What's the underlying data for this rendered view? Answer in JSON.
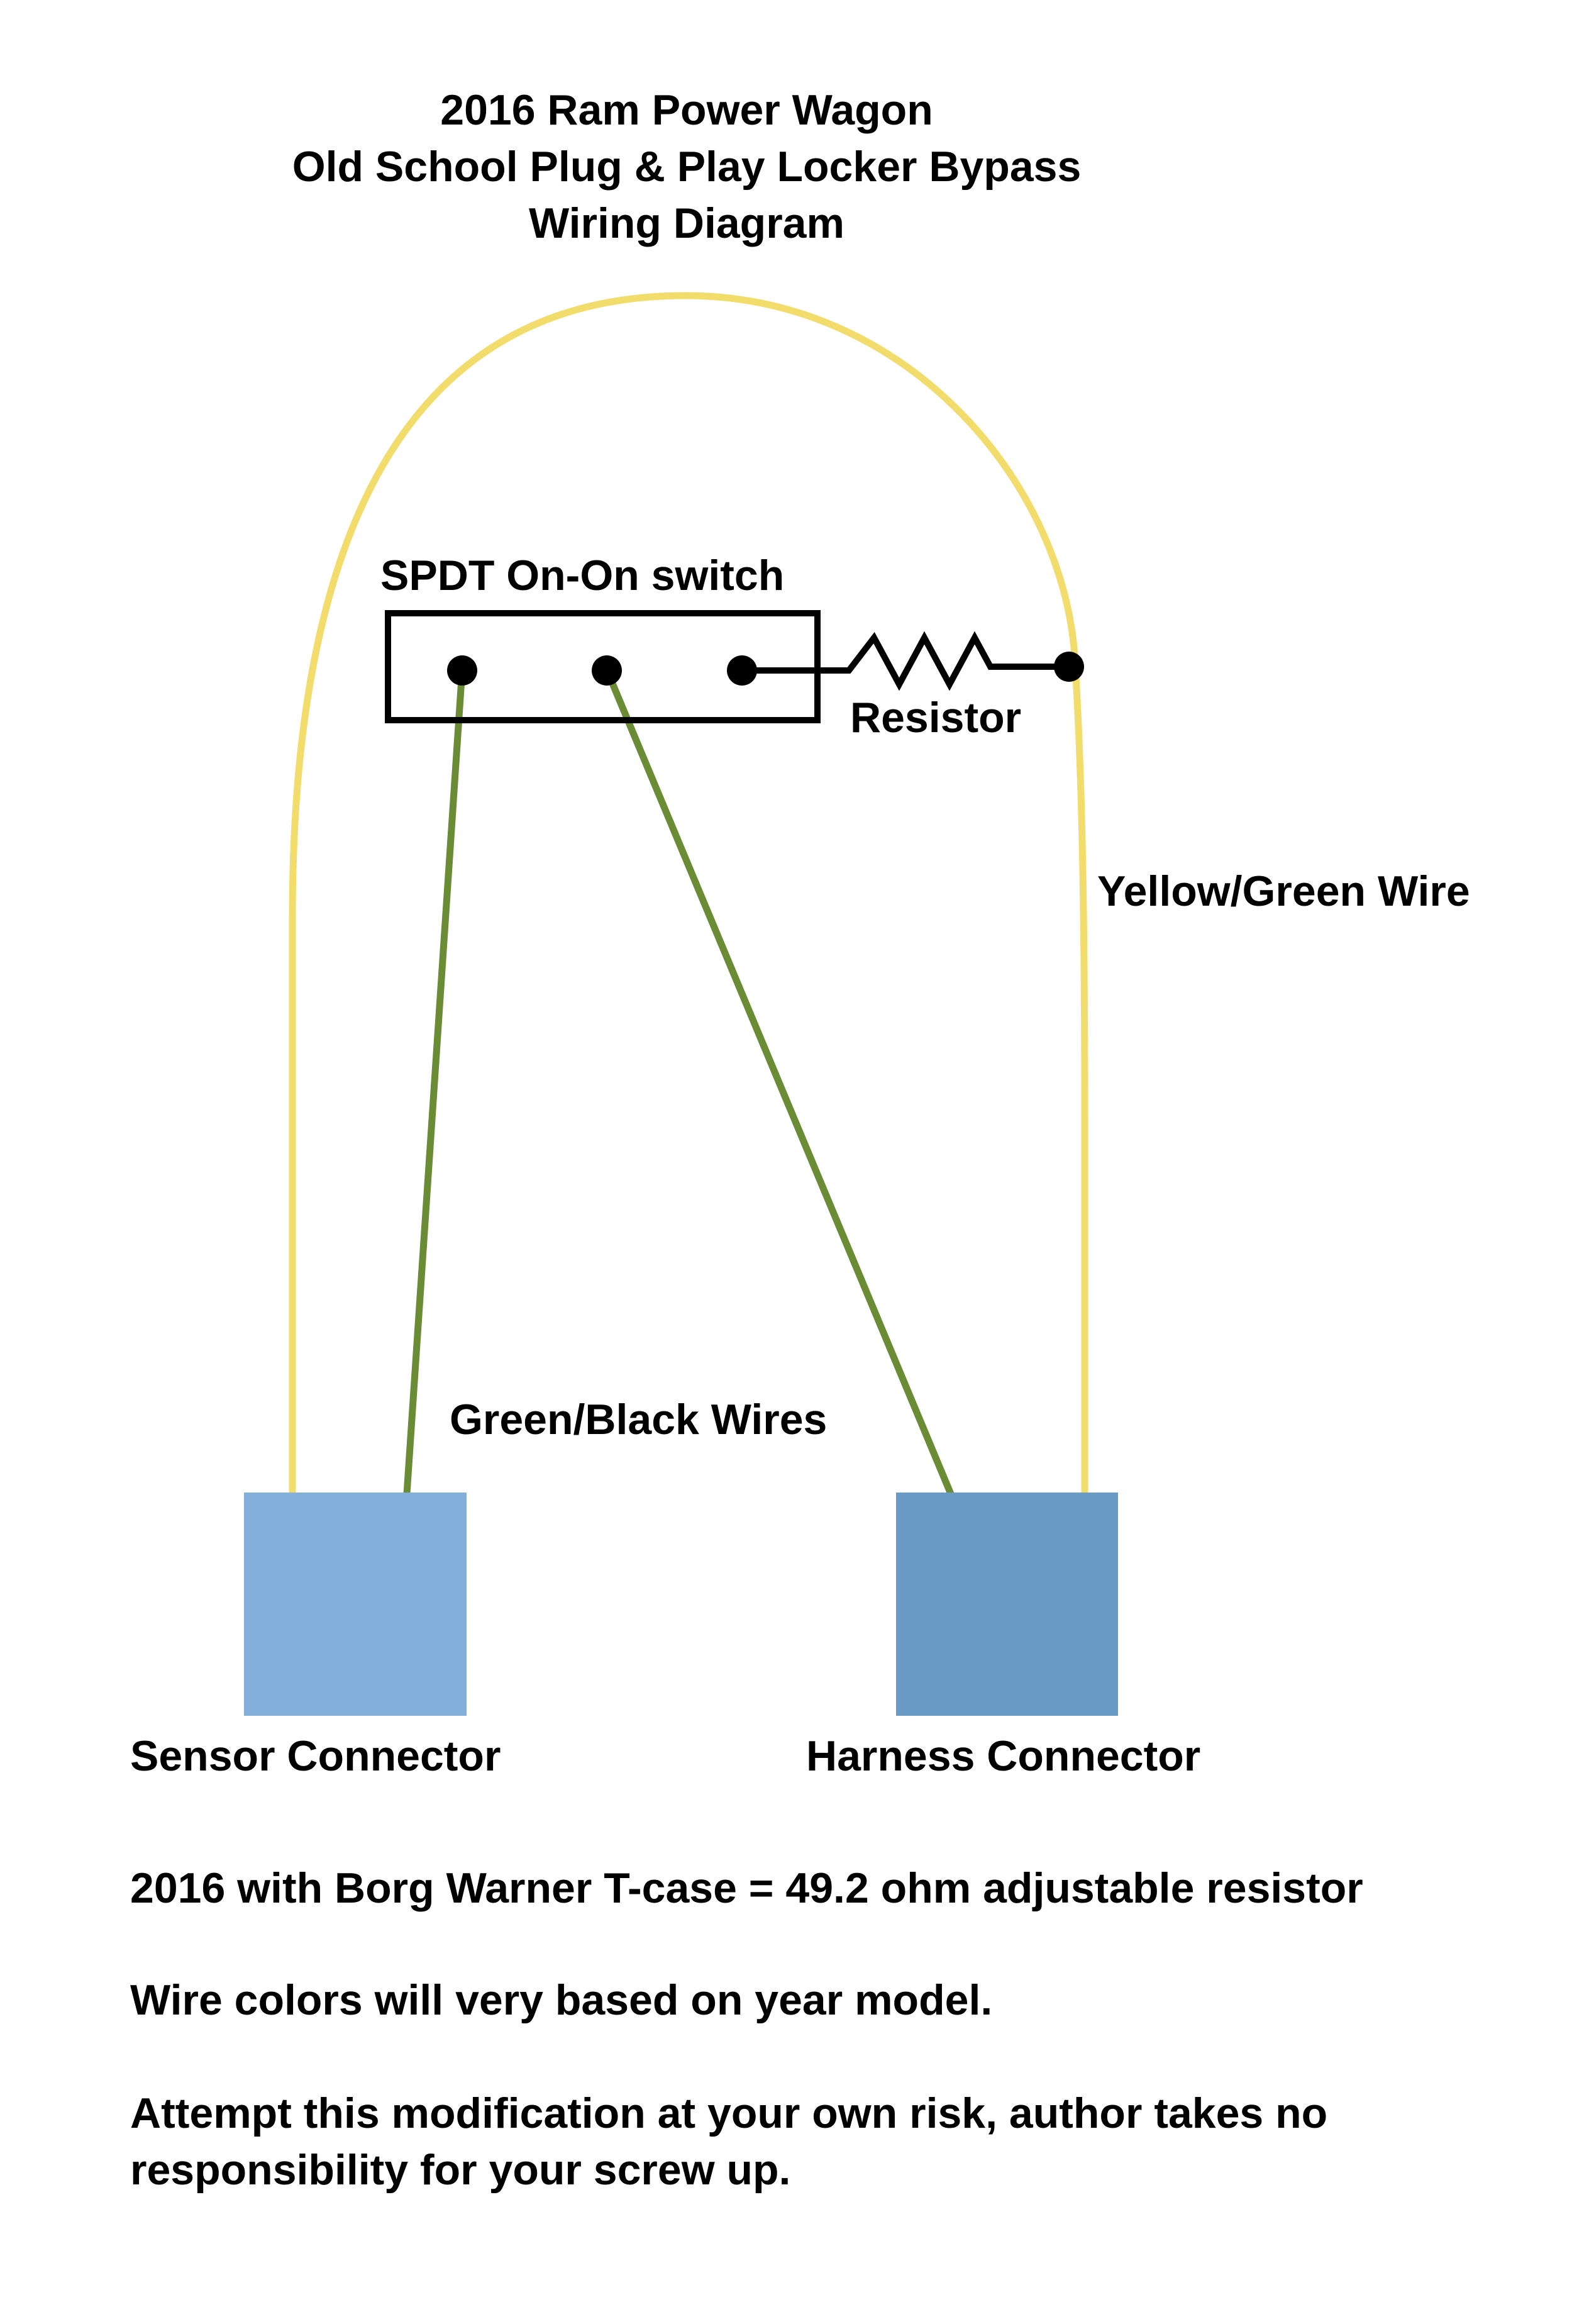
{
  "title": {
    "line1": "2016 Ram Power Wagon",
    "line2": "Old School Plug & Play Locker Bypass",
    "line3": "Wiring Diagram"
  },
  "switch": {
    "label": "SPDT On-On switch"
  },
  "resistor": {
    "label": "Resistor"
  },
  "wires": {
    "yellow_green_label": "Yellow/Green Wire",
    "green_black_label": "Green/Black Wires",
    "yellow_green_color": "#f2dc6b",
    "green_black_color": "#6a8c35"
  },
  "connectors": {
    "sensor_label": "Sensor Connector",
    "harness_label": "Harness Connector",
    "sensor_color": "#82b0db",
    "harness_color": "#6a9ac6"
  },
  "notes": {
    "line1": "2016 with Borg Warner T-case =  49.2 ohm adjustable resistor",
    "line2": "Wire colors will very based on year model.",
    "line3": "Attempt this modification at your own risk, author takes no",
    "line4": "responsibility for your screw up."
  }
}
